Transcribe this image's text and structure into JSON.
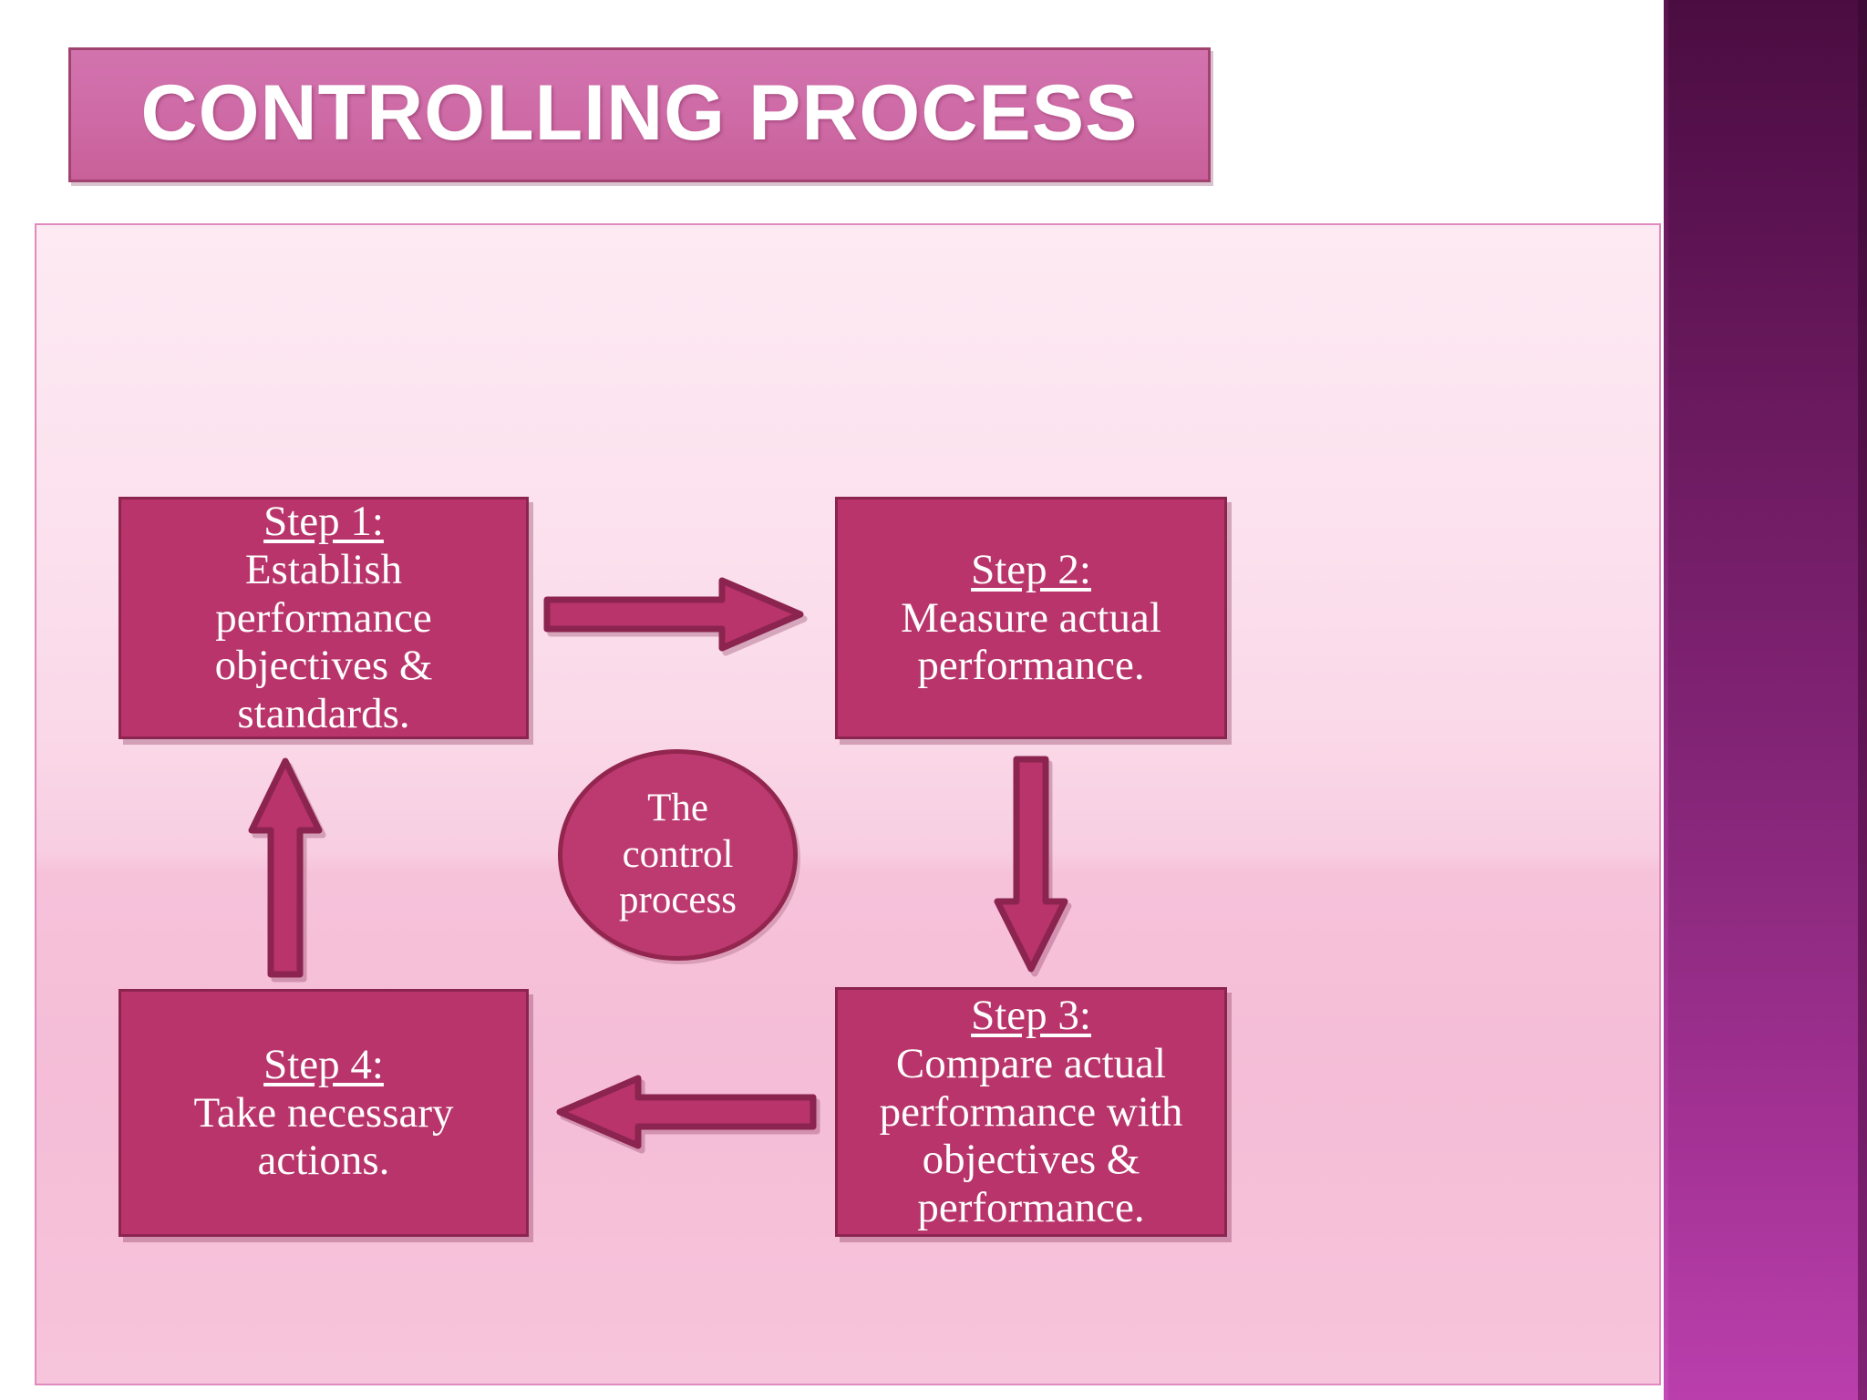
{
  "slide": {
    "title": "CONTROLLING PROCESS"
  },
  "diagram": {
    "center": {
      "label": "The\ncontrol\nprocess"
    },
    "steps": [
      {
        "id": "step-1",
        "head": "Step 1:",
        "body": "Establish\nperformance\nobjectives &\nstandards."
      },
      {
        "id": "step-2",
        "head": "Step 2:",
        "body": "Measure actual\nperformance."
      },
      {
        "id": "step-3",
        "head": "Step 3:",
        "body": "Compare actual\nperformance with\nobjectives &\nperformance."
      },
      {
        "id": "step-4",
        "head": "Step 4:",
        "body": "Take necessary\nactions."
      }
    ],
    "arrows": [
      {
        "id": "arrow-right",
        "direction": "right",
        "from": "step-1",
        "to": "step-2"
      },
      {
        "id": "arrow-down",
        "direction": "down",
        "from": "step-2",
        "to": "step-3"
      },
      {
        "id": "arrow-left",
        "direction": "left",
        "from": "step-3",
        "to": "step-4"
      },
      {
        "id": "arrow-up",
        "direction": "up",
        "from": "step-4",
        "to": "step-1"
      }
    ]
  },
  "colors": {
    "title_bar": "#cf6ca8",
    "title_bar_border": "#a1436f",
    "title_text": "#ffffff",
    "panel_bg_top": "#fdeaf3",
    "panel_bg_bottom": "#f5bdd7",
    "panel_border": "#e08ac0",
    "box_fill": "#b8346a",
    "box_border": "#8c2450",
    "box_text": "#ffffff",
    "circle_fill": "#bd3a70",
    "circle_border": "#93264f",
    "arrow_fill": "#b8346a",
    "arrow_border": "#8c2450",
    "sidebar_top": "#4b0d41",
    "sidebar_bottom": "#ba3fad"
  }
}
